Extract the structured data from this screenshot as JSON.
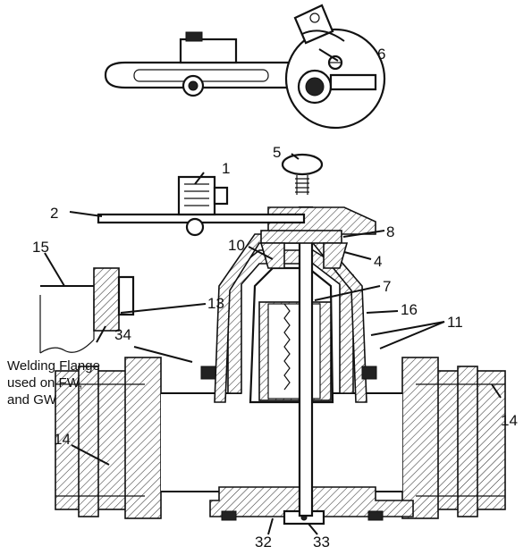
{
  "callouts": {
    "c1": "1",
    "c2": "2",
    "c4": "4",
    "c5": "5",
    "c6": "6",
    "c7": "7",
    "c8": "8",
    "c10": "10",
    "c11": "11",
    "c13": "13",
    "c14a": "14",
    "c14b": "14",
    "c15": "15",
    "c16": "16",
    "c32": "32",
    "c33": "33",
    "c34": "34"
  },
  "caption": {
    "line1": "Welding Flange",
    "line2": "used on FW,",
    "line3": "and GW"
  }
}
